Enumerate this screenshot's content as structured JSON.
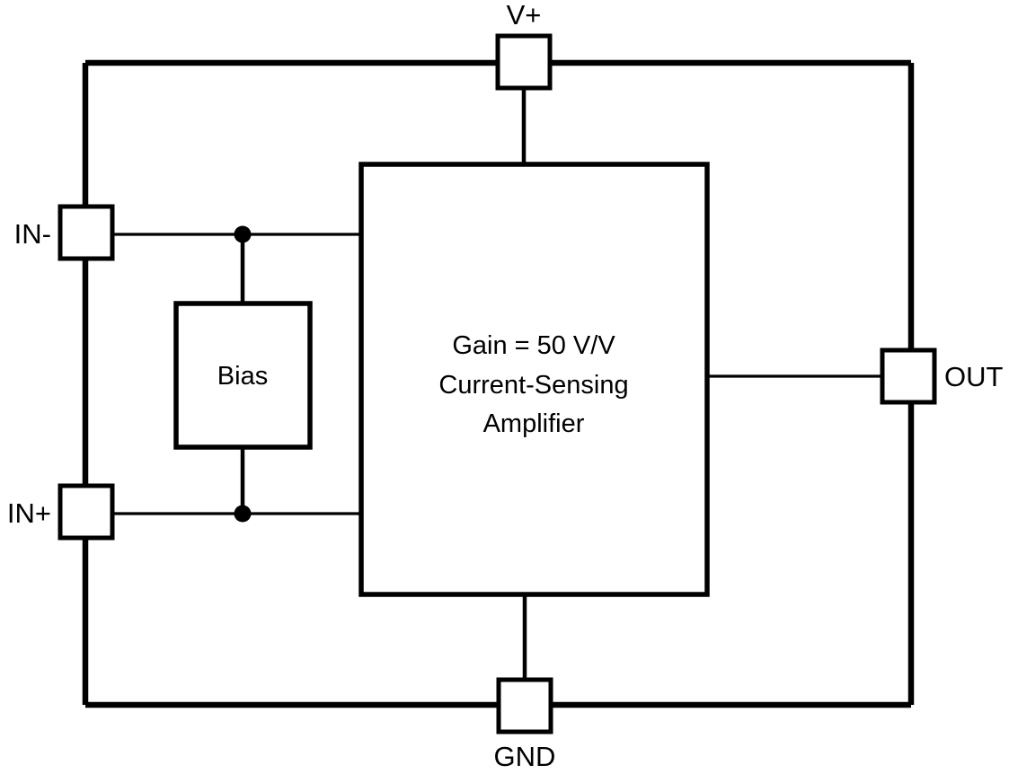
{
  "diagram": {
    "type": "functional-block-diagram",
    "background_color": "#ffffff",
    "line_color": "#000000",
    "blocks": [
      {
        "id": "amplifier",
        "label_lines": [
          "Gain = 50 V/V",
          "Current-Sensing",
          "Amplifier"
        ],
        "line1": "Gain = 50 V/V",
        "line2": "Current-Sensing",
        "line3": "Amplifier"
      },
      {
        "id": "bias",
        "label": "Bias"
      }
    ],
    "pins": [
      {
        "id": "vplus",
        "label": "V+",
        "position": "top"
      },
      {
        "id": "in-minus",
        "label": "IN-",
        "position": "left-upper"
      },
      {
        "id": "in-plus",
        "label": "IN+",
        "position": "left-lower"
      },
      {
        "id": "out",
        "label": "OUT",
        "position": "right"
      },
      {
        "id": "gnd",
        "label": "GND",
        "position": "bottom"
      }
    ],
    "junctions": [
      {
        "id": "bias-top-node",
        "on_net": "IN-"
      },
      {
        "id": "bias-bottom-node",
        "on_net": "IN+"
      }
    ]
  }
}
